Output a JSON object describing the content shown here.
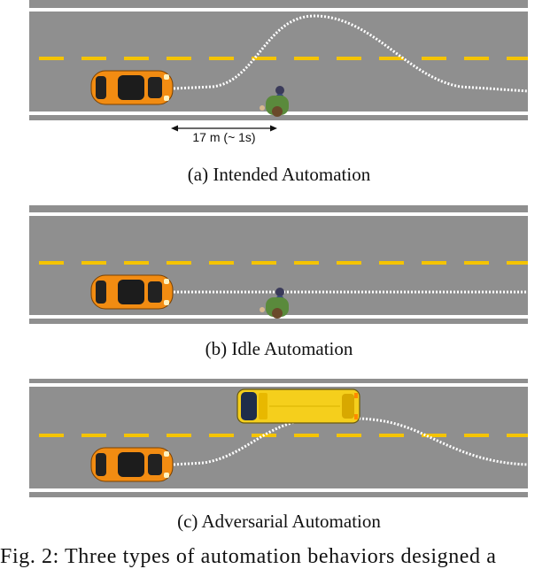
{
  "panels": [
    {
      "caption": "(a) Intended Automation",
      "distance_label": "17 m (~ 1s)"
    },
    {
      "caption": "(b) Idle Automation"
    },
    {
      "caption": "(c) Adversarial Automation"
    }
  ],
  "figure_caption": "Fig. 2: Three types of automation behaviors designed a",
  "colors": {
    "road": "#8f8f8f",
    "lane_line": "#f5c400",
    "edge_line": "#ffffff",
    "car": "#f28c12",
    "bus": "#f5cf1c",
    "pedestrian": "#5a8a3c",
    "trajectory": "#ffffff"
  },
  "icons": [
    "orange-car-icon",
    "pedestrian-icon",
    "yellow-bus-icon"
  ]
}
